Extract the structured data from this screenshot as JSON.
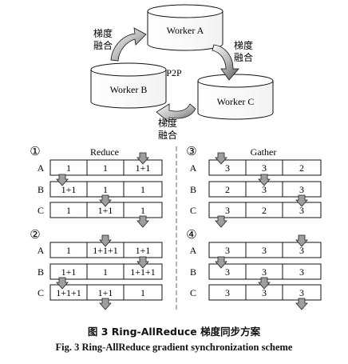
{
  "top": {
    "workers": [
      "Worker A",
      "Worker B",
      "Worker C"
    ],
    "center_label": "P2P",
    "fusion_label": [
      "梯度",
      "融合"
    ]
  },
  "panels": [
    {
      "number": "①",
      "title": "Reduce",
      "rows": [
        {
          "label": "A",
          "cells": [
            "1",
            "1",
            "1+1"
          ]
        },
        {
          "label": "B",
          "cells": [
            "1+1",
            "1",
            "1"
          ]
        },
        {
          "label": "C",
          "cells": [
            "1",
            "1+1",
            "1"
          ]
        }
      ]
    },
    {
      "number": "②",
      "title": "",
      "rows": [
        {
          "label": "A",
          "cells": [
            "1",
            "1+1+1",
            "1+1"
          ]
        },
        {
          "label": "B",
          "cells": [
            "1+1",
            "1",
            "1+1+1"
          ]
        },
        {
          "label": "C",
          "cells": [
            "1+1+1",
            "1+1",
            "1"
          ]
        }
      ]
    },
    {
      "number": "③",
      "title": "Gather",
      "rows": [
        {
          "label": "A",
          "cells": [
            "3",
            "3",
            "2"
          ]
        },
        {
          "label": "B",
          "cells": [
            "2",
            "3",
            "3"
          ]
        },
        {
          "label": "C",
          "cells": [
            "3",
            "2",
            "3"
          ]
        }
      ]
    },
    {
      "number": "④",
      "title": "",
      "rows": [
        {
          "label": "A",
          "cells": [
            "3",
            "3",
            "3"
          ]
        },
        {
          "label": "B",
          "cells": [
            "3",
            "3",
            "3"
          ]
        },
        {
          "label": "C",
          "cells": [
            "3",
            "3",
            "3"
          ]
        }
      ]
    }
  ],
  "caption_cn": "图 3    Ring-AllReduce 梯度同步方案",
  "caption_en": "Fig. 3    Ring-AllReduce gradient synchronization scheme"
}
